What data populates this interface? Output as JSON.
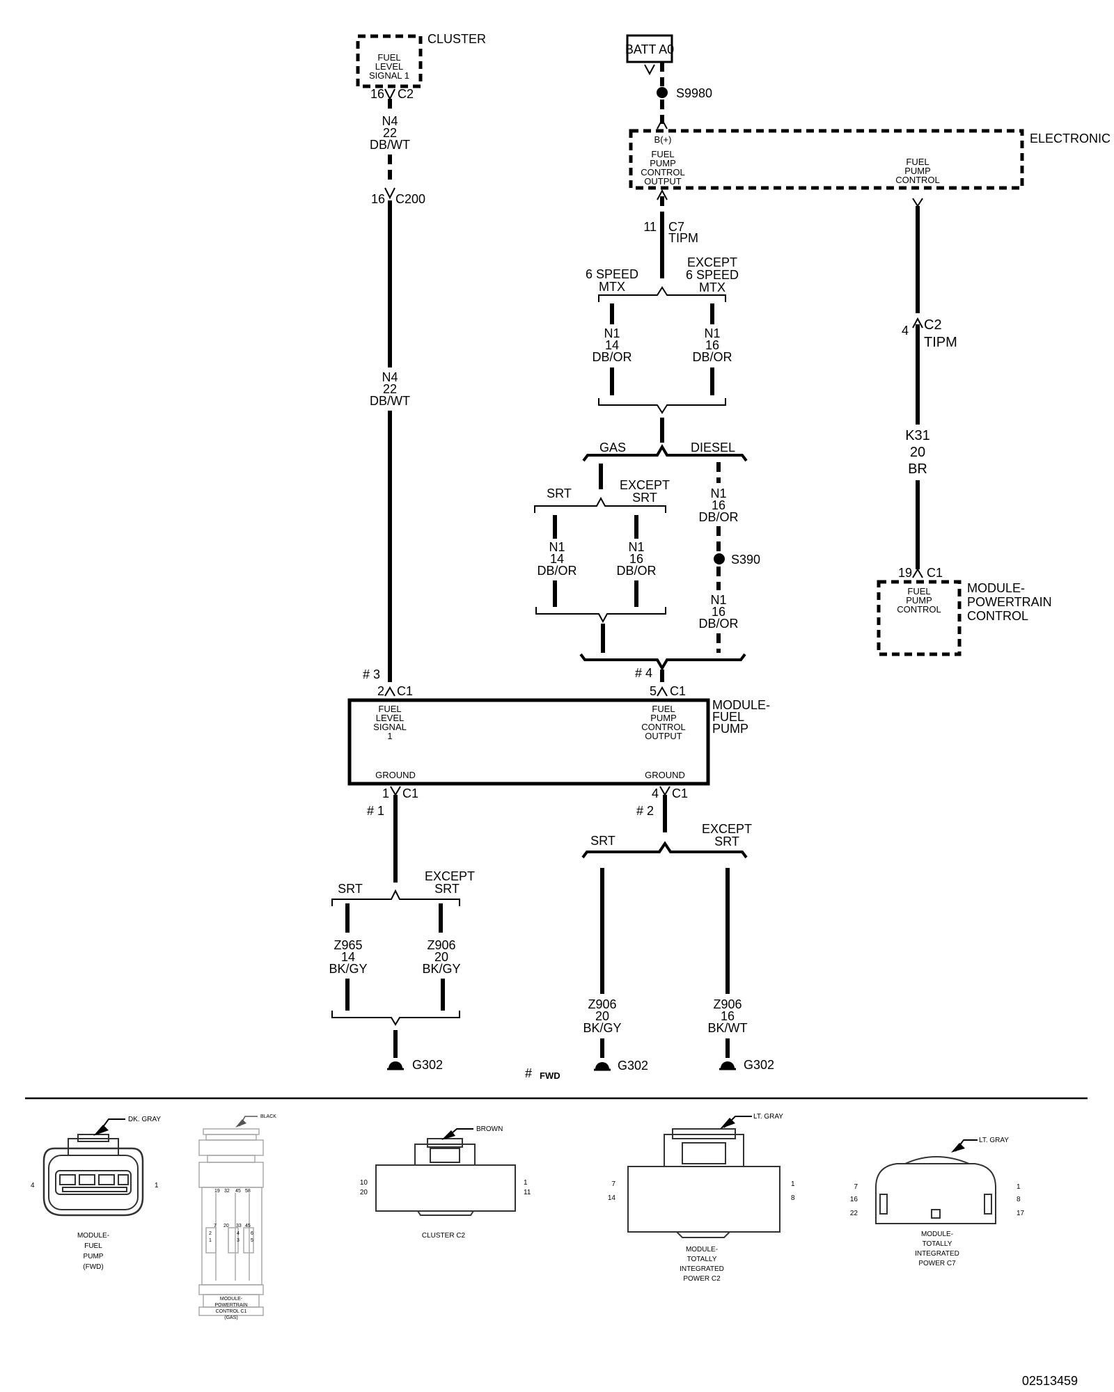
{
  "cluster": {
    "title": "CLUSTER",
    "pin_name": [
      "FUEL",
      "LEVEL",
      "SIGNAL 1"
    ],
    "pin": "16",
    "connector": "C2"
  },
  "c200": {
    "pin": "16",
    "connector": "C200"
  },
  "wire_n4": [
    "N4",
    "22",
    "DB/WT"
  ],
  "batt": {
    "label": "BATT A0"
  },
  "splice_s9980": "S9980",
  "tipm": {
    "title": "ELECTRONIC",
    "b_plus": "B(+)",
    "fp_output": [
      "FUEL",
      "PUMP",
      "CONTROL",
      "OUTPUT"
    ],
    "fp_control": [
      "FUEL",
      "PUMP",
      "CONTROL"
    ]
  },
  "c7": {
    "pin": "11",
    "connector": "C7",
    "module": "TIPM"
  },
  "c2_tipm": {
    "pin": "4",
    "connector": "C2",
    "module": "TIPM"
  },
  "opt_mtx6": [
    "6 SPEED",
    "MTX"
  ],
  "opt_except_mtx6": [
    "EXCEPT",
    "6 SPEED",
    "MTX"
  ],
  "wire_n1_14": [
    "N1",
    "14",
    "DB/OR"
  ],
  "wire_n1_16": [
    "N1",
    "16",
    "DB/OR"
  ],
  "opt_gas": "GAS",
  "opt_diesel": "DIESEL",
  "opt_srt": "SRT",
  "opt_except_srt": [
    "EXCEPT",
    "SRT"
  ],
  "splice_s390": "S390",
  "wire_k31": [
    "K31",
    "20",
    "BR"
  ],
  "pcm": {
    "pin": "19",
    "connector": "C1",
    "pin_name": [
      "FUEL",
      "PUMP",
      "CONTROL"
    ],
    "title": [
      "MODULE-",
      "POWERTRAIN",
      "CONTROL"
    ]
  },
  "fuel_pump_module": {
    "title": [
      "MODULE-",
      "FUEL",
      "PUMP"
    ],
    "pin_fls": [
      "FUEL",
      "LEVEL",
      "SIGNAL",
      "1"
    ],
    "pin_fpo": [
      "FUEL",
      "PUMP",
      "CONTROL",
      "OUTPUT"
    ],
    "ground": "GROUND",
    "pin2": "2",
    "pin5": "5",
    "pin1": "1",
    "pin4": "4",
    "connector": "C1"
  },
  "notes": {
    "n1": "# 1",
    "n2": "# 2",
    "n3": "# 3",
    "n4": "# 4",
    "fwd_hash": "#",
    "fwd": "FWD"
  },
  "wire_z965": [
    "Z965",
    "14",
    "BK/GY"
  ],
  "wire_z906_20": [
    "Z906",
    "20",
    "BK/GY"
  ],
  "wire_z906_16": [
    "Z906",
    "16",
    "BK/WT"
  ],
  "ground_g302": "G302",
  "connectors": {
    "fp": {
      "color": "DK. GRAY",
      "pin_left": "4",
      "pin_right": "1",
      "name": [
        "MODULE-",
        "FUEL",
        "PUMP"
      ],
      "variant": "(FWD)"
    },
    "pcm_c1": {
      "color": "BLACK",
      "name": [
        "MODULE-",
        "POWERTRAIN",
        "CONTROL C1"
      ],
      "variant": "(GAS)",
      "nums_top": [
        "19",
        "32",
        "45",
        "58"
      ],
      "nums_a": [
        "7",
        "20",
        "33",
        "45"
      ],
      "nums_b": [
        "2",
        "4",
        "6"
      ],
      "nums_c": [
        "1",
        "3",
        "5"
      ]
    },
    "cluster_c2": {
      "color": "BROWN",
      "name": "CLUSTER C2",
      "pin_tl": "10",
      "pin_bl": "20",
      "pin_tr": "1",
      "pin_br": "11"
    },
    "tipm_c2": {
      "color": "LT. GRAY",
      "name": [
        "MODULE-",
        "TOTALLY",
        "INTEGRATED",
        "POWER C2"
      ],
      "pin_tl": "7",
      "pin_bl": "14",
      "pin_tr": "1",
      "pin_br": "8"
    },
    "tipm_c7": {
      "color": "LT. GRAY",
      "name": [
        "MODULE-",
        "TOTALLY",
        "INTEGRATED",
        "POWER C7"
      ],
      "pin_l1": "7",
      "pin_l2": "16",
      "pin_l3": "22",
      "pin_r1": "1",
      "pin_r2": "8",
      "pin_r3": "17"
    }
  },
  "colors": {
    "green": "#2ecc40",
    "red": "#d62d2d"
  },
  "doc_number": "02513459"
}
